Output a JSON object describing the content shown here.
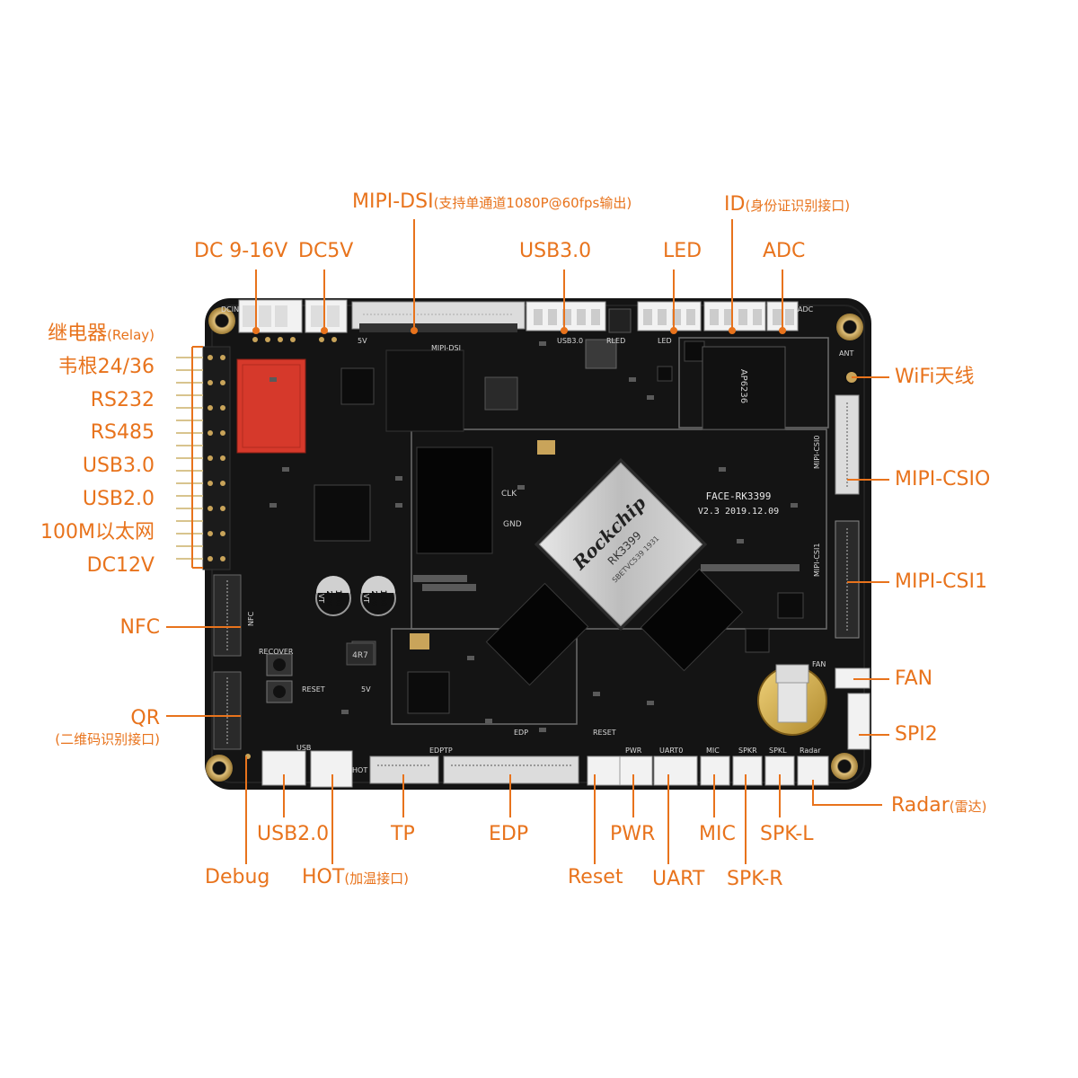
{
  "board": {
    "chip_brand": "Rockchip",
    "chip_model": "RK3399",
    "chip_code": "SBETVC539 1931",
    "board_model": "FACE-RK3399",
    "board_version": "V2.3  2019.12.09",
    "cap_value": "100",
    "cap_voltage": "25V",
    "cap_type": "VT",
    "inductor_label": "4R7",
    "wifi_module_text": "AP6236",
    "clk_label": "CLK",
    "gnd_label": "GND",
    "silkscreen": {
      "dcin": "DCIN",
      "mipi_dsi": "MIPI-DSI",
      "usb30": "USB3.0",
      "rled": "RLED",
      "led": "LED",
      "adc": "ADC",
      "ant": "ANT",
      "csi0": "MIPI-CSI0",
      "csi1": "MIPI-CSI1",
      "fan": "FAN",
      "recover": "RECOVER",
      "reset": "RESET",
      "usb": "USB",
      "hot": "HOT",
      "edptp": "EDPTP",
      "edp": "EDP",
      "pwr": "PWR",
      "uart0": "UART0",
      "mic": "MIC",
      "spkr": "SPKR",
      "spkl": "SPKL",
      "radar": "Radar",
      "v5": "5V",
      "nfc": "NFC"
    }
  },
  "labels": {
    "mipi_dsi": "MIPI-DSI",
    "mipi_dsi_note": "(支持单通道1080P@60fps输出)",
    "id": "ID",
    "id_note": "(身份证识别接口)",
    "dc_9_16v": "DC 9-16V",
    "dc5v": "DC5V",
    "usb30_top": "USB3.0",
    "led": "LED",
    "adc": "ADC",
    "relay": "继电器",
    "relay_note": "(Relay)",
    "wiegand": "韦根24/36",
    "rs232": "RS232",
    "rs485": "RS485",
    "usb30_left": "USB3.0",
    "usb20_left": "USB2.0",
    "ethernet": "100M以太网",
    "dc12v": "DC12V",
    "nfc": "NFC",
    "qr": "QR",
    "qr_note": "(二维码识别接口)",
    "wifi": "WiFi天线",
    "mipi_csi0": "MIPI-CSIO",
    "mipi_csi1": "MIPI-CSI1",
    "fan": "FAN",
    "spi2": "SPI2",
    "radar": "Radar",
    "radar_note": "(雷达)",
    "usb20_bottom": "USB2.0",
    "tp": "TP",
    "edp": "EDP",
    "pwr": "PWR",
    "mic": "MIC",
    "spk_l": "SPK-L",
    "debug": "Debug",
    "hot": "HOT",
    "hot_note": "(加温接口)",
    "reset": "Reset",
    "uart": "UART",
    "spk_r": "SPK-R"
  },
  "colors": {
    "label": "#e8731c",
    "pcb": "#141414",
    "gold": "#c9a45a",
    "chip": "#c8c8c8",
    "relay": "#d6392b"
  }
}
